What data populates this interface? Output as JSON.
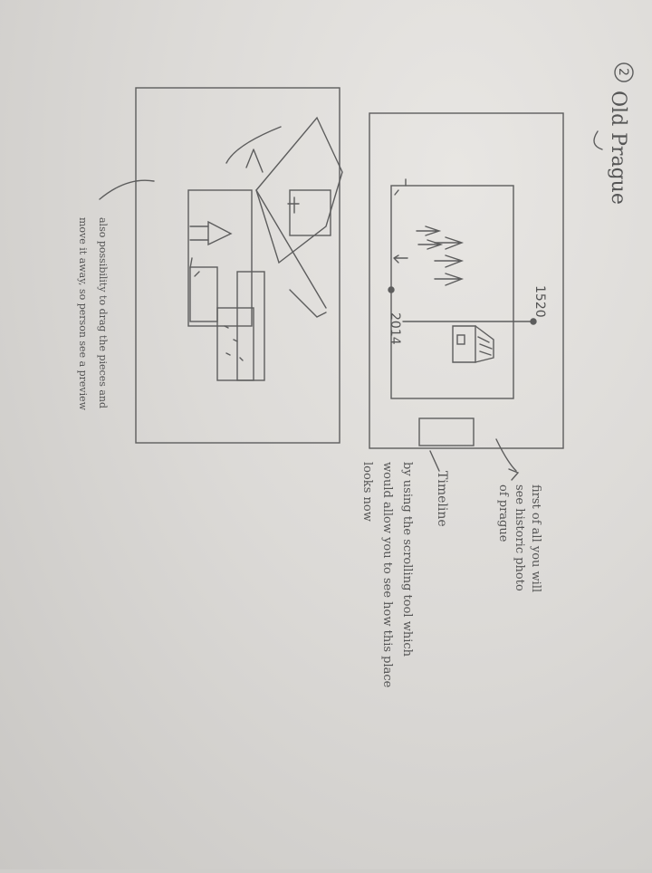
{
  "heading": {
    "number": "2",
    "title": "Old Prague"
  },
  "timeline": {
    "start_year": "1520",
    "end_year": "2014",
    "label": "Timeline"
  },
  "notes": {
    "note1": {
      "line1": "first of all you will",
      "line2": "see historic photo",
      "line3": "of prague"
    },
    "note2": {
      "line1": "by using the scrolling tool which",
      "line2": "would allow you to see how this place",
      "line3": "looks now"
    },
    "note3": {
      "line1": "also possibility to drag the pieces and",
      "line2": "move it away, so person see a preview"
    }
  },
  "colors": {
    "paper": "#dcdad7",
    "pencil": "#5a5a5a"
  }
}
